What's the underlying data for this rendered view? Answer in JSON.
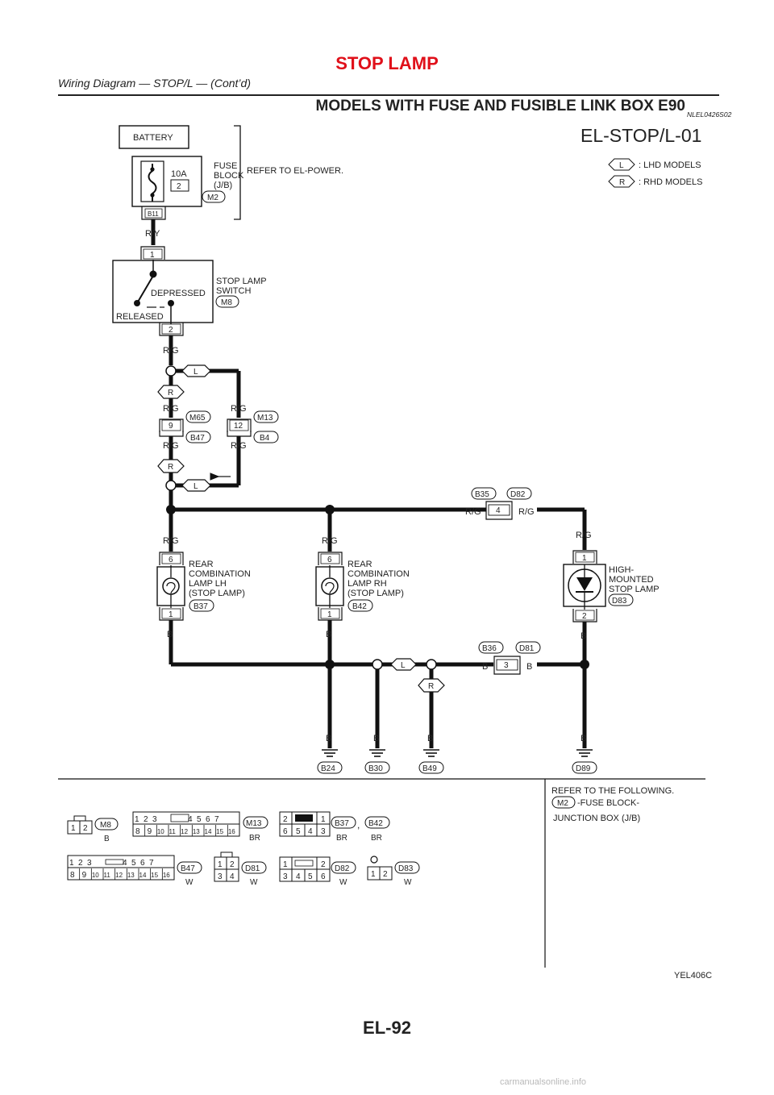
{
  "header": {
    "title": "STOP LAMP",
    "subtitle": "Wiring Diagram — STOP/L — (Cont’d)",
    "section_title": "MODELS WITH FUSE AND FUSIBLE LINK BOX E90",
    "section_code": "NLEL0426S02"
  },
  "diagram": {
    "id": "EL-STOP/L-01",
    "legend": [
      {
        "badge": "L",
        "text": ": LHD MODELS"
      },
      {
        "badge": "R",
        "text": ": RHD MODELS"
      }
    ],
    "battery": "BATTERY",
    "fuse_amp": "10A",
    "fuse_no": "2",
    "fuse_block": [
      "FUSE",
      "BLOCK",
      "(J/B)"
    ],
    "fuse_conn": "M2",
    "fuse_term": "B11",
    "refer_power": "REFER TO EL-POWER.",
    "wire_ry": "R/Y",
    "wire_rg": "R/G",
    "wire_b": "B",
    "switch_pin_top": "1",
    "switch_pin_bottom": "2",
    "switch_depressed": "DEPRESSED",
    "switch_released": "RELEASED",
    "switch_name": [
      "STOP LAMP",
      "SWITCH"
    ],
    "switch_conn": "M8",
    "badge_l": "L",
    "badge_r": "R",
    "jc1_pin": "9",
    "jc1_top": "M65",
    "jc1_bottom": "B47",
    "jc2_pin": "12",
    "jc2_top": "M13",
    "jc2_bottom": "B4",
    "jc3_pin": "4",
    "jc3_left": "B35",
    "jc3_right": "D82",
    "lamp_lh_pin_top": "6",
    "lamp_lh_pin_bottom": "1",
    "lamp_lh_name": [
      "REAR",
      "COMBINATION",
      "LAMP LH",
      "(STOP LAMP)"
    ],
    "lamp_lh_conn": "B37",
    "lamp_rh_pin_top": "6",
    "lamp_rh_pin_bottom": "1",
    "lamp_rh_name": [
      "REAR",
      "COMBINATION",
      "LAMP RH",
      "(STOP LAMP)"
    ],
    "lamp_rh_conn": "B42",
    "hm_pin_top": "1",
    "hm_pin_bottom": "2",
    "hm_name": [
      "HIGH-",
      "MOUNTED",
      "STOP LAMP"
    ],
    "hm_conn": "D83",
    "jc4_pin": "3",
    "jc4_left": "B36",
    "jc4_right": "D81",
    "grounds": [
      "B24",
      "B30",
      "B49",
      "D89"
    ],
    "fig_code": "YEL406C"
  },
  "connectors": {
    "refer_text": "REFER TO THE FOLLOWING.",
    "refer_conn": "M2",
    "refer_item": "-FUSE BLOCK-",
    "refer_item2": "JUNCTION BOX (J/B)",
    "m8": {
      "label": "M8",
      "color": "B",
      "pins": [
        "1",
        "2"
      ]
    },
    "m13": {
      "label": "M13",
      "color": "BR",
      "top": [
        "1",
        "2",
        "3",
        "4",
        "5",
        "6",
        "7"
      ],
      "bottom": [
        "8",
        "9",
        "10",
        "11",
        "12",
        "13",
        "14",
        "15",
        "16"
      ]
    },
    "b37": {
      "label": "B37",
      "color": "BR",
      "top": [
        "2",
        "1"
      ],
      "bottom": [
        "6",
        "5",
        "4",
        "3"
      ]
    },
    "comma": ",",
    "b42": {
      "label": "B42",
      "color": "BR"
    },
    "b47": {
      "label": "B47",
      "color": "W",
      "top": [
        "1",
        "2",
        "3",
        "4",
        "5",
        "6",
        "7"
      ],
      "bottom": [
        "8",
        "9",
        "10",
        "11",
        "12",
        "13",
        "14",
        "15",
        "16"
      ]
    },
    "d81": {
      "label": "D81",
      "color": "W",
      "top": [
        "1",
        "2"
      ],
      "bottom": [
        "3",
        "4"
      ]
    },
    "d82": {
      "label": "D82",
      "color": "W",
      "top": [
        "1",
        "2"
      ],
      "bottom": [
        "3",
        "4",
        "5",
        "6"
      ]
    },
    "d83": {
      "label": "D83",
      "color": "W",
      "pins": [
        "1",
        "2"
      ]
    }
  },
  "page": {
    "number": "EL-92",
    "watermark": "carmanualsonline.info"
  }
}
